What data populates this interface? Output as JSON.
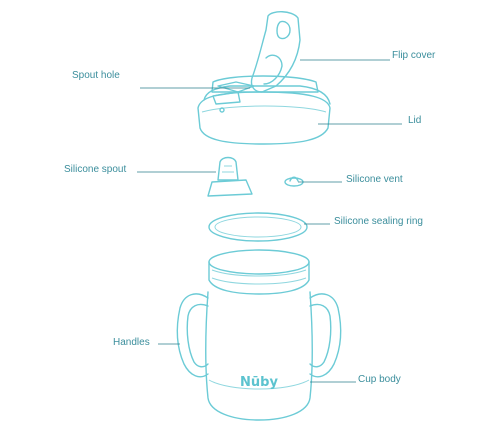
{
  "diagram": {
    "brand_logo": "Nūby",
    "labels": {
      "flip_cover": "Flip cover",
      "spout_hole": "Spout hole",
      "lid": "Lid",
      "silicone_spout": "Silicone spout",
      "silicone_vent": "Silicone vent",
      "silicone_sealing_ring": "Silicone sealing ring",
      "handles": "Handles",
      "cup_body": "Cup body"
    },
    "colors": {
      "outline": "#6ccbd6",
      "label_text": "#3b8e9c",
      "leader_line": "#2e7f8c",
      "background": "#ffffff"
    }
  }
}
